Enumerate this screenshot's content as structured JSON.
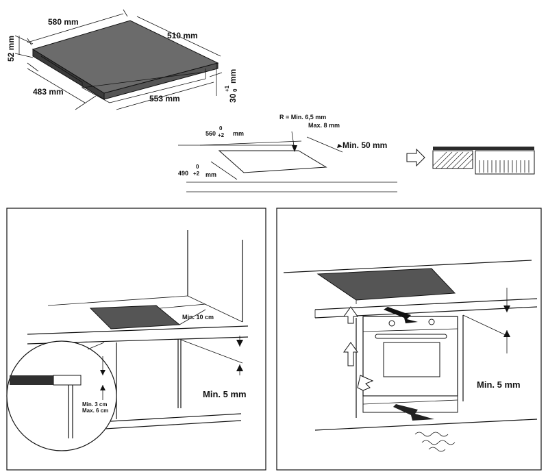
{
  "top_hob": {
    "width_label": "580 mm",
    "depth_label": "510 mm",
    "thickness_label": "52 mm",
    "cutout_width_label": "553 mm",
    "cutout_depth_label": "483 mm",
    "height_label": "30",
    "height_tol_top": "+1",
    "height_tol_bottom": "0",
    "height_unit": "mm"
  },
  "cutout": {
    "radius_label": "R = Min. 6,5 mm",
    "max_label": "Max. 8 mm",
    "width_label": "560",
    "width_tol": "+2",
    "width_tol0": "0",
    "width_unit": "mm",
    "depth_label": "490",
    "depth_tol": "+2",
    "depth_tol0": "0",
    "depth_unit": "mm",
    "edge_label": "Min. 50 mm"
  },
  "left_panel": {
    "wall_clearance": "Min. 10 cm",
    "under_clearance": "Min. 5 mm",
    "detail_min": "Min. 3 cm",
    "detail_max": "Max. 6 cm"
  },
  "right_panel": {
    "clearance": "Min. 5 mm"
  }
}
